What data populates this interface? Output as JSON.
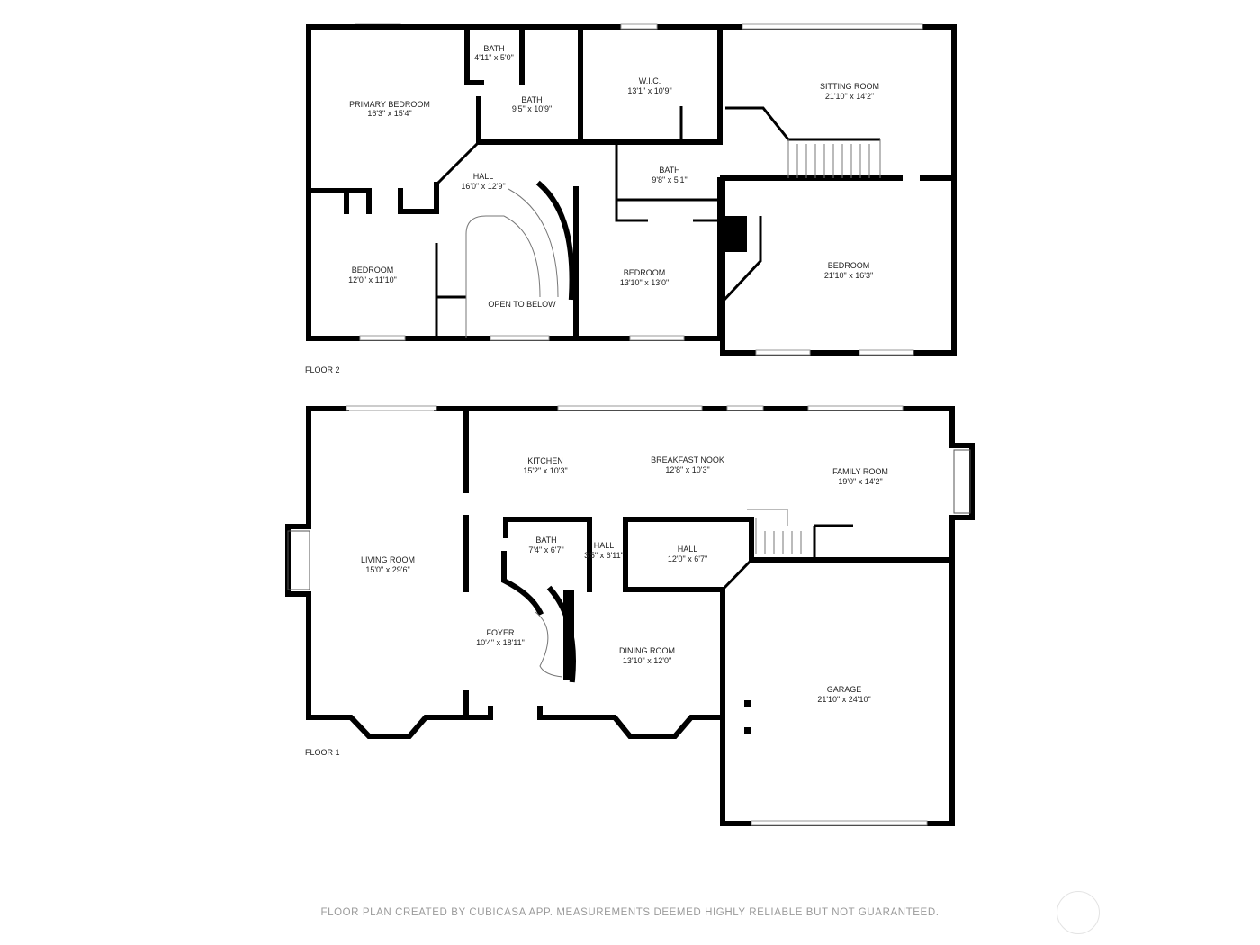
{
  "floors": [
    {
      "label": "FLOOR 2",
      "rooms": [
        {
          "name": "PRIMARY BEDROOM",
          "size": "16'3\" x 15'4\""
        },
        {
          "name": "BATH",
          "size": "4'11\" x 5'0\""
        },
        {
          "name": "BATH",
          "size": "9'5\" x 10'9\""
        },
        {
          "name": "W.I.C.",
          "size": "13'1\" x 10'9\""
        },
        {
          "name": "SITTING ROOM",
          "size": "21'10\" x 14'2\""
        },
        {
          "name": "HALL",
          "size": "16'0\" x 12'9\""
        },
        {
          "name": "BATH",
          "size": "9'8\" x 5'1\""
        },
        {
          "name": "BEDROOM",
          "size": "12'0\" x 11'10\""
        },
        {
          "name": "OPEN TO BELOW",
          "size": ""
        },
        {
          "name": "BEDROOM",
          "size": "13'10\" x 13'0\""
        },
        {
          "name": "BEDROOM",
          "size": "21'10\" x 16'3\""
        }
      ]
    },
    {
      "label": "FLOOR 1",
      "rooms": [
        {
          "name": "KITCHEN",
          "size": "15'2\" x 10'3\""
        },
        {
          "name": "BREAKFAST NOOK",
          "size": "12'8\" x 10'3\""
        },
        {
          "name": "FAMILY ROOM",
          "size": "19'0\" x 14'2\""
        },
        {
          "name": "LIVING ROOM",
          "size": "15'0\" x 29'6\""
        },
        {
          "name": "BATH",
          "size": "7'4\" x 6'7\""
        },
        {
          "name": "HALL",
          "size": "3'5\" x 6'11\""
        },
        {
          "name": "HALL",
          "size": "12'0\" x 6'7\""
        },
        {
          "name": "FOYER",
          "size": "10'4\" x 18'11\""
        },
        {
          "name": "DINING ROOM",
          "size": "13'10\" x 12'0\""
        },
        {
          "name": "GARAGE",
          "size": "21'10\" x 24'10\""
        }
      ]
    }
  ],
  "footer": "FLOOR PLAN CREATED BY CUBICASA APP. MEASUREMENTS DEEMED HIGHLY RELIABLE BUT NOT GUARANTEED."
}
